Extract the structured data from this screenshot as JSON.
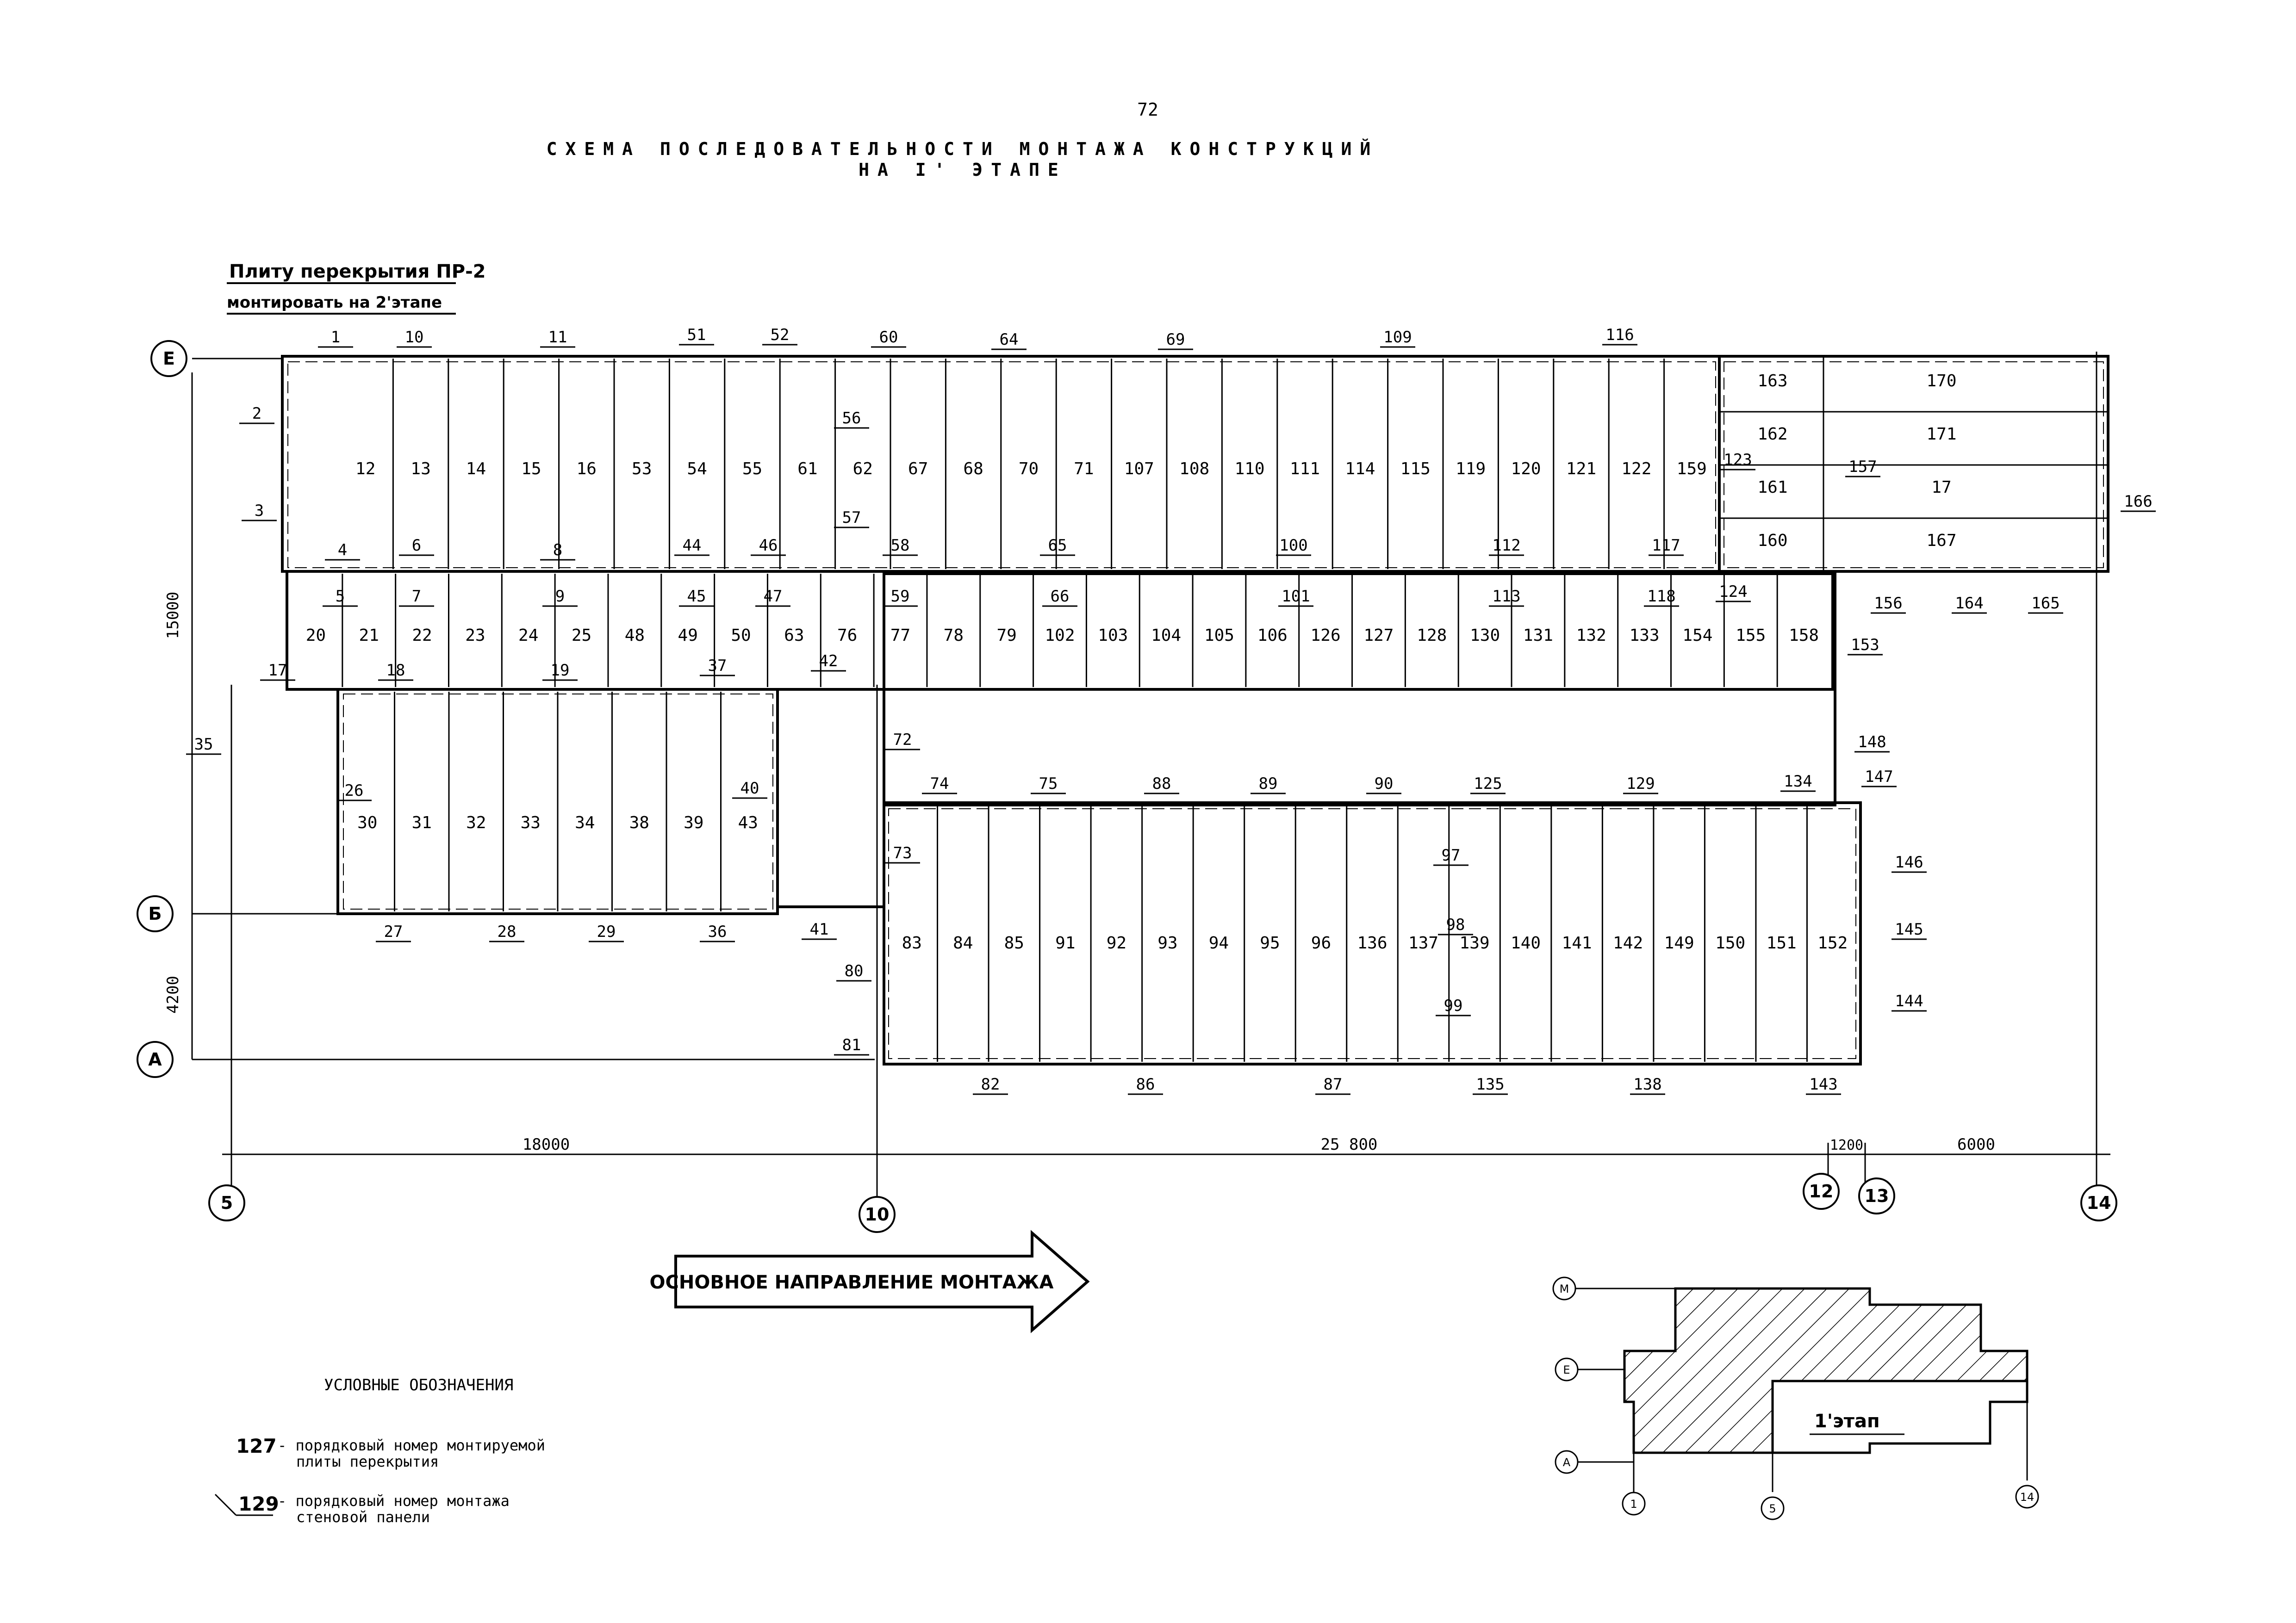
{
  "page_number": "72",
  "title_line1": "СХЕМА ПОСЛЕДОВАТЕЛЬНОСТИ МОНТАЖА КОНСТРУКЦИЙ",
  "title_line2": "НА I' ЭТАПЕ",
  "note_line1": "Плиту перекрытия ПР-2",
  "note_line2": "монтировать на 2'этапе",
  "direction_label": "ОСНОВНОЕ НАПРАВЛЕНИЕ МОНТАЖА",
  "axes": {
    "rows": [
      "Е",
      "Б",
      "А"
    ],
    "cols": [
      "5",
      "10",
      "12",
      "13",
      "14"
    ]
  },
  "dimensions": {
    "h_left": "18000",
    "h_mid": "25 800",
    "h_small": "1200",
    "h_right": "6000",
    "v_top": "15000",
    "v_bottom": "4200"
  },
  "legend": {
    "title": "УСЛОВНЫЕ ОБОЗНАЧЕНИЯ",
    "slab_num": "127",
    "slab_text1": "- порядковый номер монтируемой",
    "slab_text2": "плиты перекрытия",
    "wall_num": "129",
    "wall_text1": "- порядковый номер монтажа",
    "wall_text2": "стеновой панели"
  },
  "keyplan": {
    "label": "1'этап",
    "row_axes": [
      "М",
      "Е",
      "А"
    ],
    "col_axes": [
      "1",
      "5",
      "14"
    ]
  },
  "slabs": {
    "row1": [
      "12",
      "13",
      "14",
      "15",
      "16",
      "53",
      "54",
      "55",
      "61",
      "62",
      "67",
      "68",
      "70",
      "71",
      "107",
      "108",
      "110",
      "111",
      "114",
      "115",
      "119",
      "120",
      "121",
      "122",
      "159"
    ],
    "row2": [
      "20",
      "21",
      "22",
      "23",
      "24",
      "25",
      "48",
      "49",
      "50",
      "63",
      "76",
      "77",
      "78",
      "79",
      "102",
      "103",
      "104",
      "105",
      "106",
      "126",
      "127",
      "128",
      "130",
      "131",
      "132",
      "133",
      "154",
      "155",
      "158"
    ],
    "row3": [
      "30",
      "31",
      "32",
      "33",
      "34",
      "38",
      "39",
      "43"
    ],
    "row4": [
      "83",
      "84",
      "85",
      "91",
      "92",
      "93",
      "94",
      "95",
      "96",
      "136",
      "137",
      "139",
      "140",
      "141",
      "142",
      "149",
      "150",
      "151",
      "152"
    ],
    "block_right_col1": [
      "163",
      "162",
      "161",
      "160"
    ],
    "block_right_col2": [
      "170",
      "171",
      "17",
      "167"
    ]
  },
  "panels": [
    "1",
    "2",
    "3",
    "4",
    "5",
    "6",
    "7",
    "8",
    "9",
    "10",
    "11",
    "17",
    "18",
    "19",
    "26",
    "27",
    "28",
    "29",
    "35",
    "36",
    "37",
    "40",
    "41",
    "42",
    "44",
    "45",
    "46",
    "47",
    "51",
    "52",
    "56",
    "57",
    "58",
    "59",
    "60",
    "64",
    "65",
    "66",
    "69",
    "72",
    "73",
    "74",
    "75",
    "80",
    "81",
    "82",
    "86",
    "87",
    "88",
    "89",
    "90",
    "97",
    "98",
    "99",
    "100",
    "101",
    "109",
    "112",
    "113",
    "116",
    "117",
    "118",
    "123",
    "124",
    "125",
    "129",
    "134",
    "135",
    "138",
    "143",
    "144",
    "145",
    "146",
    "147",
    "148",
    "153",
    "156",
    "157",
    "164",
    "165",
    "166"
  ]
}
